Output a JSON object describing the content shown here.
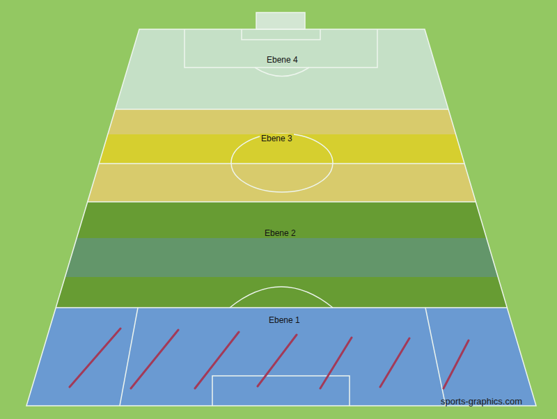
{
  "diagram": {
    "nodes": [
      {
        "text": [
          "Ebene 4"
        ]
      },
      {
        "text": [
          "Ebene 3"
        ]
      },
      {
        "text": [
          "Ebene 2"
        ]
      },
      {
        "text": [
          "Ebene 1"
        ]
      }
    ],
    "labels": [
      "sports-graphics.com"
    ]
  }
}
